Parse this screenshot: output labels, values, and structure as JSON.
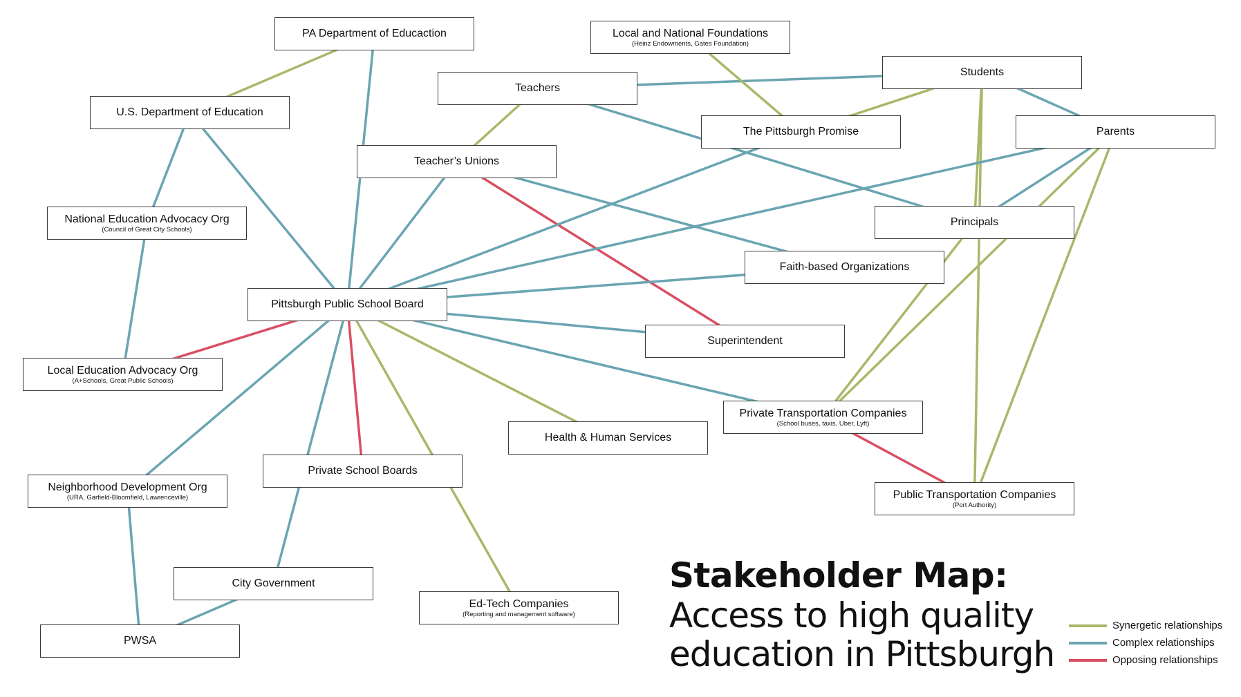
{
  "colors": {
    "synergetic": "#a8b86a",
    "complex": "#6aa5b2",
    "opposing": "#d94f63"
  },
  "nodes": {
    "pa_dept": {
      "label": "PA Department of Educaction",
      "sub": ""
    },
    "foundations": {
      "label": "Local and National Foundations",
      "sub": "(Heinz Endowments, Gates Foundation)"
    },
    "students": {
      "label": "Students",
      "sub": ""
    },
    "us_dept": {
      "label": "U.S. Department of Education",
      "sub": ""
    },
    "teachers": {
      "label": "Teachers",
      "sub": ""
    },
    "pgh_promise": {
      "label": "The Pittsburgh Promise",
      "sub": ""
    },
    "parents": {
      "label": "Parents",
      "sub": ""
    },
    "unions": {
      "label": "Teacher’s Unions",
      "sub": ""
    },
    "national_adv": {
      "label": "National Education Advocacy Org",
      "sub": "(Council of Great City Schools)"
    },
    "principals": {
      "label": "Principals",
      "sub": ""
    },
    "faith": {
      "label": "Faith-based Organizations",
      "sub": ""
    },
    "pps_board": {
      "label": "Pittsburgh Public School Board",
      "sub": ""
    },
    "superintendent": {
      "label": "Superintendent",
      "sub": ""
    },
    "local_adv": {
      "label": "Local Education Advocacy Org",
      "sub": "(A+Schools, Great Public Schools)"
    },
    "private_transport": {
      "label": "Private Transportation Companies",
      "sub": "(School buses, taxis, Uber, Lyft)"
    },
    "health": {
      "label": "Health & Human Services",
      "sub": ""
    },
    "private_boards": {
      "label": "Private School Boards",
      "sub": ""
    },
    "neighborhood": {
      "label": "Neighborhood Development Org",
      "sub": "(URA, Garfield-Bloomfield, Lawrenceville)"
    },
    "public_transport": {
      "label": "Public Transportation Companies",
      "sub": "(Port Authority)"
    },
    "city_gov": {
      "label": "City Government",
      "sub": ""
    },
    "edtech": {
      "label": "Ed-Tech Companies",
      "sub": "(Reporting and management software)"
    },
    "pwsa": {
      "label": "PWSA",
      "sub": ""
    }
  },
  "edges": [
    {
      "from": "pa_dept",
      "to": "us_dept",
      "type": "synergetic"
    },
    {
      "from": "pa_dept",
      "to": "pps_board",
      "type": "complex"
    },
    {
      "from": "us_dept",
      "to": "national_adv",
      "type": "complex"
    },
    {
      "from": "us_dept",
      "to": "pps_board",
      "type": "complex"
    },
    {
      "from": "national_adv",
      "to": "local_adv",
      "type": "complex"
    },
    {
      "from": "teachers",
      "to": "students",
      "type": "complex"
    },
    {
      "from": "teachers",
      "to": "unions",
      "type": "synergetic"
    },
    {
      "from": "teachers",
      "to": "principals",
      "type": "complex"
    },
    {
      "from": "foundations",
      "to": "pgh_promise",
      "type": "synergetic"
    },
    {
      "from": "students",
      "to": "pgh_promise",
      "type": "synergetic"
    },
    {
      "from": "students",
      "to": "parents",
      "type": "complex"
    },
    {
      "from": "students",
      "to": "principals",
      "type": "synergetic"
    },
    {
      "from": "students",
      "to": "public_transport",
      "type": "synergetic"
    },
    {
      "from": "parents",
      "to": "principals",
      "type": "complex"
    },
    {
      "from": "parents",
      "to": "private_transport",
      "type": "synergetic"
    },
    {
      "from": "parents",
      "to": "public_transport",
      "type": "synergetic"
    },
    {
      "from": "unions",
      "to": "pps_board",
      "type": "complex"
    },
    {
      "from": "unions",
      "to": "faith",
      "type": "complex"
    },
    {
      "from": "unions",
      "to": "superintendent",
      "type": "opposing"
    },
    {
      "from": "pgh_promise",
      "to": "pps_board",
      "type": "complex"
    },
    {
      "from": "parents",
      "to": "pps_board",
      "type": "complex"
    },
    {
      "from": "principals",
      "to": "private_transport",
      "type": "synergetic"
    },
    {
      "from": "faith",
      "to": "pps_board",
      "type": "complex"
    },
    {
      "from": "pps_board",
      "to": "superintendent",
      "type": "complex"
    },
    {
      "from": "pps_board",
      "to": "private_transport",
      "type": "complex"
    },
    {
      "from": "pps_board",
      "to": "health",
      "type": "synergetic"
    },
    {
      "from": "pps_board",
      "to": "edtech",
      "type": "synergetic"
    },
    {
      "from": "pps_board",
      "to": "private_boards",
      "type": "opposing"
    },
    {
      "from": "pps_board",
      "to": "local_adv",
      "type": "opposing"
    },
    {
      "from": "pps_board",
      "to": "neighborhood",
      "type": "complex"
    },
    {
      "from": "pps_board",
      "to": "city_gov",
      "type": "complex"
    },
    {
      "from": "private_transport",
      "to": "public_transport",
      "type": "opposing"
    },
    {
      "from": "neighborhood",
      "to": "pwsa",
      "type": "complex"
    },
    {
      "from": "city_gov",
      "to": "pwsa",
      "type": "complex"
    }
  ],
  "title": {
    "main": "Stakeholder Map:",
    "line1": "Access to high quality",
    "line2": "education in Pittsburgh"
  },
  "legend": [
    {
      "label": "Synergetic relationships",
      "type": "synergetic"
    },
    {
      "label": "Complex relationships",
      "type": "complex"
    },
    {
      "label": "Opposing relationships",
      "type": "opposing"
    }
  ]
}
